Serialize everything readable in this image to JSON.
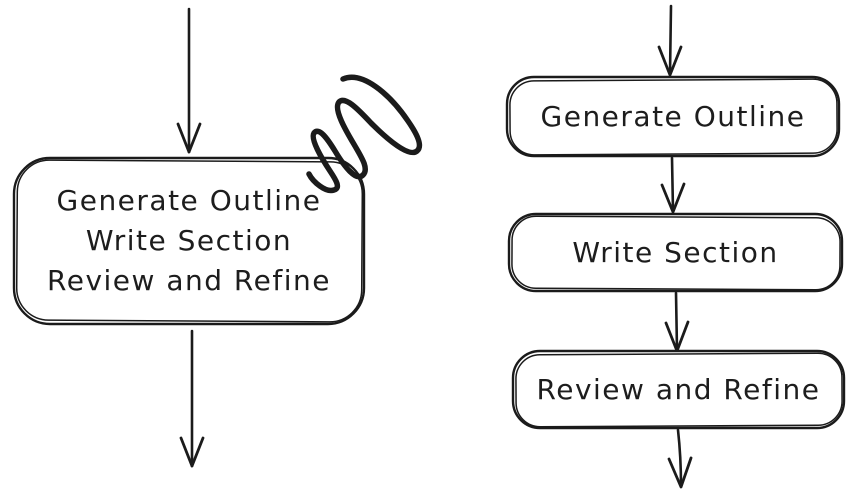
{
  "diagram": {
    "style": {
      "ink_color": "#1b1b1b",
      "background_color": "#ffffff"
    },
    "left_flow": {
      "combined_box": {
        "lines": [
          "Generate Outline",
          "Write Section",
          "Review and Refine"
        ]
      },
      "scribble_annotation": "scribble-mark"
    },
    "right_flow": {
      "steps": [
        {
          "label": "Generate Outline"
        },
        {
          "label": "Write Section"
        },
        {
          "label": "Review and Refine"
        }
      ]
    }
  }
}
